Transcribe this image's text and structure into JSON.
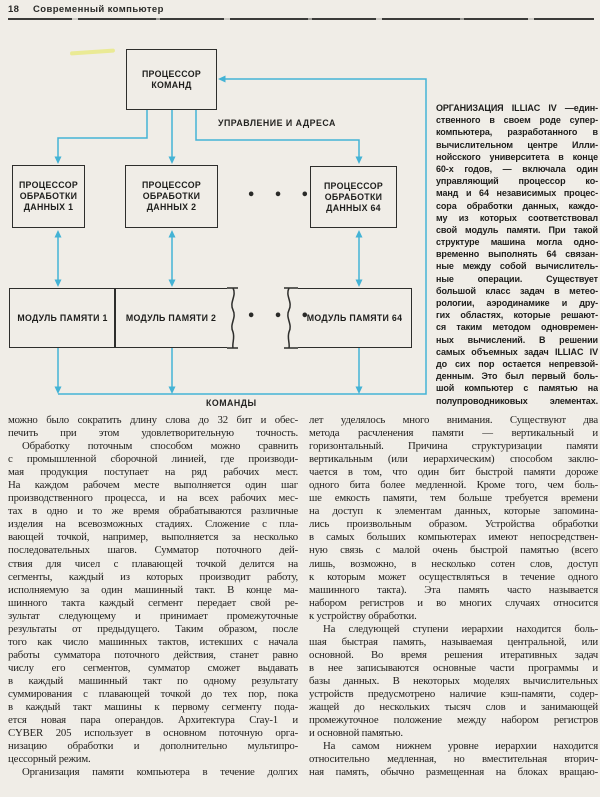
{
  "theme": {
    "paper": "#f0ede7",
    "ink": "#2e2e2c",
    "arrow": "#44b3d5",
    "highlight": "#e8e87a"
  },
  "page": {
    "number": "18",
    "title": "Современный компьютер"
  },
  "diagram": {
    "command_processor": "ПРОЦЕССОР\nКОМАНД",
    "data_processor_1": "ПРОЦЕССОР\nОБРАБОТКИ\nДАННЫХ 1",
    "data_processor_2": "ПРОЦЕССОР\nОБРАБОТКИ\nДАННЫХ 2",
    "data_processor_64": "ПРОЦЕССОР\nОБРАБОТКИ\nДАННЫХ 64",
    "memory_module_1": "МОДУЛЬ ПАМЯТИ 1",
    "memory_module_2": "МОДУЛЬ ПАМЯТИ 2",
    "memory_module_64": "МОДУЛЬ ПАМЯТИ 64",
    "label_control": "УПРАВЛЕНИЕ И АДРЕСА",
    "label_commands": "КОМАНДЫ",
    "ellipsis": "• • •"
  },
  "sidebar": {
    "lines": [
      "ОРГАНИЗАЦИЯ ILLIAC IV —един-",
      "ственного в своем роде супер-",
      "компьютера, разработанного в",
      "вычислительном центре Илли-",
      "нойсского университета в конце",
      "60-х годов, — включала один",
      "управляющий процессор ко-",
      "манд и 64 независимых процес-",
      "сора обработки данных, каждо-",
      "му из которых соответствовал",
      "свой модуль памяти. При такой",
      "структуре машина могла одно-",
      "временно выполнять 64 связан-",
      "ные между собой вычислитель-",
      "ные операции. Существует",
      "большой класс задач в метео-",
      "рологии, аэродинамике и дру-",
      "гих областях, которые решают-",
      "ся таким методом одновремен-",
      "ных вычислений. В решении",
      "самых объемных задач ILLIAC IV",
      "до сих пор остается непревзой-",
      "денным. Это был первый боль-",
      "шой компьютер с памятью на",
      "полупроводниковых элементах."
    ],
    "indent_at": [],
    "flush_at": []
  },
  "columns": {
    "left": {
      "lines": [
        "можно было сократить длину слова до 32 бит и обес-",
        "печить при этом удовлетворительную точность.",
        "Обработку поточным способом можно сравнить",
        "с промышленной сборочной линией, где производи-",
        "мая продукция поступает на ряд рабочих мест.",
        "На каждом рабочем месте выполняется один шаг",
        "производственного процесса, и на всех рабочих мес-",
        "тах в одно и то же время обрабатываются различные",
        "изделия на всевозможных стадиях. Сложение с пла-",
        "вающей точкой, например, выполняется за несколько",
        "последовательных шагов. Сумматор поточного дей-",
        "ствия для чисел с плавающей точкой делится на",
        "сегменты, каждый из которых производит работу,",
        "исполняемую за один машинный такт. В конце ма-",
        "шинного такта каждый сегмент передает свой ре-",
        "зультат следующему и принимает промежуточные",
        "результаты от предыдущего. Таким образом, после",
        "того как число машинных тактов, истекших с начала",
        "работы сумматора поточного действия, станет равно",
        "числу его сегментов, сумматор сможет выдавать",
        "в каждый машинный такт по одному результату",
        "суммирования с плавающей точкой до тех пор, пока",
        "в каждый такт машины к первому сегменту пода-",
        "ется новая пара операндов. Архитектура Cray-1 и",
        "CYBER 205 использует в основном поточную орга-",
        "низацию обработки и дополнительно мультипро-",
        "цессорный режим.",
        "Организация памяти компьютера в течение долгих"
      ],
      "indent_at": [
        2,
        27
      ],
      "flush_at": [
        26
      ]
    },
    "right": {
      "lines": [
        "лет уделялось много внимания. Существуют два",
        "метода расчленения памяти — вертикальный и",
        "горизонтальный. Причина структуризации памяти",
        "вертикальным (или иерархическим) способом заклю-",
        "чается в том, что один бит быстрой памяти дороже",
        "одного бита более медленной. Кроме того, чем боль-",
        "ше емкость памяти, тем больше требуется времени",
        "на доступ к элементам данных, которые запомина-",
        "лись произвольным образом. Устройства обработки",
        "в самых больших компьютерах имеют непосредствен-",
        "ную связь с малой очень быстрой памятью (всего",
        "лишь, возможно, в несколько сотен слов, доступ",
        "к которым может осуществляться в течение одного",
        "машинного такта). Эта память часто называется",
        "набором регистров и во многих случаях относится",
        "к устройству обработки.",
        "На следующей ступени иерархии находится боль-",
        "шая быстрая память, называемая центральной, или",
        "основной. Во время решения итеративных задач",
        "в нее записываются основные части программы и",
        "базы данных. В некоторых моделях вычислительных",
        "устройств предусмотрено наличие кэш-памяти, содер-",
        "жащей до нескольких тысяч слов и занимающей",
        "промежуточное положение между набором регистров",
        "и основной памятью.",
        "На самом нижнем уровне иерархии находится",
        "относительно медленная, но вместительная вторич-",
        "ная память, обычно размещенная на блоках вращаю-"
      ],
      "indent_at": [
        16,
        25
      ],
      "flush_at": [
        15,
        24
      ]
    }
  }
}
